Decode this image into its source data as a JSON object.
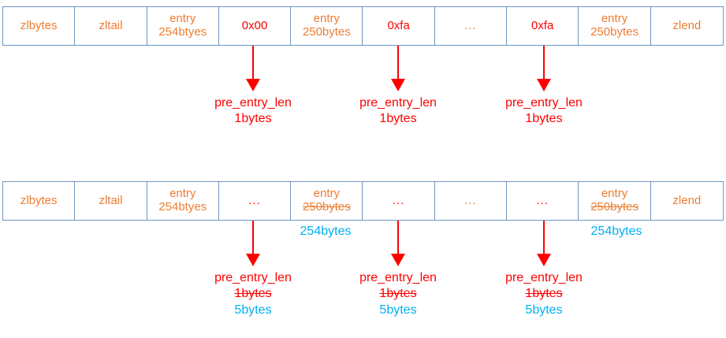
{
  "diagram": {
    "title": "ziplist cascade update diagram",
    "colors": {
      "orange": "#ED7D31",
      "red": "#FF0000",
      "blue": "#00B0F0",
      "border": "#7096c0",
      "background": "#FFFFFF"
    }
  },
  "row_one": {
    "name": "ziplist-before-update",
    "cells": [
      {
        "line1": "zlbytes",
        "line2": "",
        "style": "orange"
      },
      {
        "line1": "zltail",
        "line2": "",
        "style": "orange"
      },
      {
        "line1": "entry",
        "line2": "254btyes",
        "style": "orange"
      },
      {
        "line1": "0x00",
        "line2": "",
        "style": "red"
      },
      {
        "line1": "entry",
        "line2": "250bytes",
        "style": "orange"
      },
      {
        "line1": "0xfa",
        "line2": "",
        "style": "red"
      },
      {
        "line1": "...",
        "line2": "",
        "style": "orange-ellipsis"
      },
      {
        "line1": "0xfa",
        "line2": "",
        "style": "red"
      },
      {
        "line1": "entry",
        "line2": "250bytes",
        "style": "orange"
      },
      {
        "line1": "zlend",
        "line2": "",
        "style": "orange"
      }
    ],
    "captions": [
      {
        "name": "pre_entry_len",
        "size": "1bytes"
      },
      {
        "name": "pre_entry_len",
        "size": "1bytes"
      },
      {
        "name": "pre_entry_len",
        "size": "1bytes"
      }
    ]
  },
  "row_two": {
    "name": "ziplist-after-update",
    "cells": [
      {
        "line1": "zlbytes",
        "line2": "",
        "style": "orange"
      },
      {
        "line1": "zltail",
        "line2": "",
        "style": "orange"
      },
      {
        "line1": "entry",
        "line2": "254btyes",
        "style": "orange"
      },
      {
        "line1": "...",
        "line2": "",
        "style": "red-ellipsis"
      },
      {
        "line1": "entry",
        "line2": "250bytes",
        "style": "orange-strike"
      },
      {
        "line1": "...",
        "line2": "",
        "style": "red-ellipsis"
      },
      {
        "line1": "...",
        "line2": "",
        "style": "orange-ellipsis"
      },
      {
        "line1": "...",
        "line2": "",
        "style": "red-ellipsis"
      },
      {
        "line1": "entry",
        "line2": "250bytes",
        "style": "orange-strike"
      },
      {
        "line1": "zlend",
        "line2": "",
        "style": "orange"
      }
    ],
    "blue_notes": [
      {
        "text": "254bytes"
      },
      {
        "text": "254bytes"
      }
    ],
    "captions": [
      {
        "name": "pre_entry_len",
        "old_size": "1bytes",
        "new_size": "5bytes"
      },
      {
        "name": "pre_entry_len",
        "old_size": "1bytes",
        "new_size": "5bytes"
      },
      {
        "name": "pre_entry_len",
        "old_size": "1bytes",
        "new_size": "5bytes"
      }
    ]
  }
}
